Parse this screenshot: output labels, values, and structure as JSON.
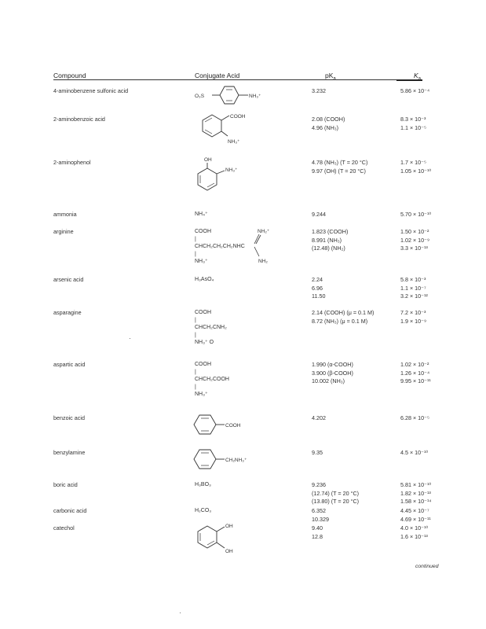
{
  "headers": {
    "compound": "Compound",
    "conjugate_acid": "Conjugate Acid",
    "pka": "pK",
    "pka_sub": "a",
    "ka": "K",
    "ka_sub": "a"
  },
  "rows": [
    {
      "name": "4-aminobenzene sulfonic acid",
      "acid_text": [],
      "acid_labels": [
        "O₃S",
        "NH₃⁺"
      ],
      "pka": [
        "3.232"
      ],
      "ka": [
        "5.86 × 10⁻⁴"
      ]
    },
    {
      "name": "2-aminobenzoic acid",
      "acid_text": [],
      "acid_labels": [
        "COOH",
        "NH₃⁺"
      ],
      "pka": [
        "2.08 (COOH)",
        "4.96 (NH₃)"
      ],
      "ka": [
        "8.3 × 10⁻³",
        "1.1 × 10⁻⁵"
      ]
    },
    {
      "name": "2-aminophenol",
      "acid_text": [],
      "acid_labels": [
        "OH",
        "NH₃⁺"
      ],
      "pka": [
        "4.78 (NH₃) (T = 20 °C)",
        "9.97 (OH) (T = 20 °C)"
      ],
      "ka": [
        "1.7 × 10⁻⁵",
        "1.05 × 10⁻¹⁰"
      ]
    },
    {
      "name": "ammonia",
      "acid_text": [
        "NH₄⁺"
      ],
      "acid_labels": [],
      "pka": [
        "9.244"
      ],
      "ka": [
        "5.70 × 10⁻¹⁰"
      ]
    },
    {
      "name": "arginine",
      "acid_text": [
        "COOH",
        "|",
        "CHCH₂CH₂CH₂NHC",
        "|",
        "NH₃⁺"
      ],
      "acid_labels": [
        "NH₂⁺",
        "NH₂"
      ],
      "pka": [
        "1.823 (COOH)",
        "8.991 (NH₃)",
        "(12.48) (NH₂)"
      ],
      "ka": [
        "1.50 × 10⁻²",
        "1.02 × 10⁻⁹",
        "3.3 × 10⁻¹³"
      ]
    },
    {
      "name": "arsenic acid",
      "acid_text": [
        "H₃AsO₄"
      ],
      "acid_labels": [],
      "pka": [
        "2.24",
        "6.96",
        "11.50"
      ],
      "ka": [
        "5.8 × 10⁻³",
        "1.1 × 10⁻⁷",
        "3.2 × 10⁻¹²"
      ]
    },
    {
      "name": "asparagine",
      "acid_text": [
        "COOH",
        "|",
        "CHCH₂CNH₂",
        "|",
        "NH₃⁺   O"
      ],
      "acid_labels": [],
      "pka": [
        "2.14 (COOH) (μ = 0.1 M)",
        "8.72 (NH₃) (μ = 0.1 M)"
      ],
      "ka": [
        "7.2 × 10⁻³",
        "1.9 × 10⁻⁹"
      ]
    },
    {
      "name": "aspartic acid",
      "acid_text": [
        "COOH",
        "|",
        "CHCH₂COOH",
        "|",
        "NH₃⁺"
      ],
      "acid_labels": [],
      "pka": [
        "1.990 (α-COOH)",
        "3.900 (β-COOH)",
        "10.002 (NH₃)"
      ],
      "ka": [
        "1.02 × 10⁻²",
        "1.26 × 10⁻⁴",
        "9.95 × 10⁻¹¹"
      ]
    },
    {
      "name": "benzoic acid",
      "acid_text": [],
      "acid_labels": [
        "COOH"
      ],
      "pka": [
        "4.202"
      ],
      "ka": [
        "6.28 × 10⁻⁵"
      ]
    },
    {
      "name": "benzylamine",
      "acid_text": [],
      "acid_labels": [
        "CH₂NH₃⁺"
      ],
      "pka": [
        "9.35"
      ],
      "ka": [
        "4.5 × 10⁻¹⁰"
      ]
    },
    {
      "name": "boric acid",
      "acid_text": [
        "H₃BO₃"
      ],
      "acid_labels": [],
      "pka": [
        "9.236",
        "(12.74) (T = 20 °C)",
        "(13.80) (T = 20 °C)"
      ],
      "ka": [
        "5.81 × 10⁻¹⁰",
        "1.82 × 10⁻¹³",
        "1.58 × 10⁻¹⁴"
      ]
    },
    {
      "name": "carbonic acid",
      "acid_text": [
        "H₂CO₃"
      ],
      "acid_labels": [],
      "pka": [
        "6.352",
        "10.329"
      ],
      "ka": [
        "4.45 × 10⁻⁷",
        "4.69 × 10⁻¹¹"
      ]
    },
    {
      "name": "catechol",
      "acid_text": [],
      "acid_labels": [
        "OH",
        "OH"
      ],
      "pka": [
        "9.40",
        "12.8"
      ],
      "ka": [
        "4.0 × 10⁻¹⁰",
        "1.6 × 10⁻¹³"
      ]
    }
  ],
  "footer": {
    "continued": "continued"
  }
}
